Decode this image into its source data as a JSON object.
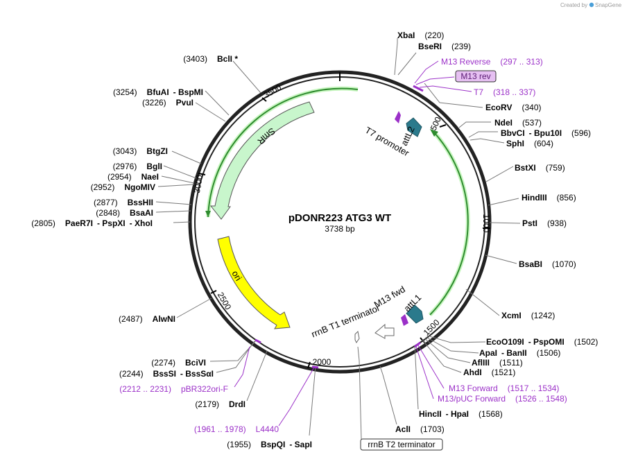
{
  "credit": "Created by",
  "credit_brand": "SnapGene",
  "plasmid": {
    "name": "pDONR223 ATG3 WT",
    "length": "3738 bp"
  },
  "ticks": [
    "500",
    "1000",
    "1500",
    "2000",
    "2500",
    "3000",
    "3500"
  ],
  "colors": {
    "primer": "#9b30c8",
    "smr": "#c8f6cc",
    "ori": "#ffff00",
    "att": "#2b7a8c",
    "feature_track": "#2e8b2e"
  },
  "features": {
    "smr": "SmR",
    "ori": "ori",
    "attl2": "attL2",
    "attl1": "attL1",
    "t7_promoter": "T7 promoter",
    "m13_fwd": "M13 fwd",
    "rrnb_t1": "rrnB T1 terminator",
    "rrnb_t2": "rrnB T2 terminator"
  },
  "sites": {
    "xbai": {
      "name": "XbaI",
      "pos": "(220)"
    },
    "bseri": {
      "name": "BseRI",
      "pos": "(239)"
    },
    "m13_reverse": {
      "name": "M13 Reverse",
      "pos": "(297 .. 313)"
    },
    "m13_rev": {
      "name": "M13 rev"
    },
    "t7": {
      "name": "T7",
      "pos": "(318 .. 337)"
    },
    "ecorv": {
      "name": "EcoRV",
      "pos": "(340)"
    },
    "ndei": {
      "name": "NdeI",
      "pos": "(537)"
    },
    "bbvci": {
      "name": "BbvCI",
      "name2": "Bpu10I",
      "pos": "(596)"
    },
    "sphi": {
      "name": "SphI",
      "pos": "(604)"
    },
    "bstxi": {
      "name": "BstXI",
      "pos": "(759)"
    },
    "hindiii": {
      "name": "HindIII",
      "pos": "(856)"
    },
    "psti": {
      "name": "PstI",
      "pos": "(938)"
    },
    "bsabi": {
      "name": "BsaBI",
      "pos": "(1070)"
    },
    "xcmi": {
      "name": "XcmI",
      "pos": "(1242)"
    },
    "ecoo109i": {
      "name": "EcoO109I",
      "name2": "PspOMI",
      "pos": "(1502)"
    },
    "apai": {
      "name": "ApaI",
      "name2": "BanII",
      "pos": "(1506)"
    },
    "afliii": {
      "name": "AflIII",
      "pos": "(1511)"
    },
    "ahdi": {
      "name": "AhdI",
      "pos": "(1521)"
    },
    "m13_forward": {
      "name": "M13 Forward",
      "pos": "(1517 .. 1534)"
    },
    "m13_puc_forward": {
      "name": "M13/pUC Forward",
      "pos": "(1526 .. 1548)"
    },
    "hincii": {
      "name": "HincII",
      "name2": "HpaI",
      "pos": "(1568)"
    },
    "acli": {
      "name": "AclI",
      "pos": "(1703)"
    },
    "bspqi": {
      "name": "BspQI",
      "name2": "SapI",
      "pos": "(1955)"
    },
    "l4440": {
      "name": "L4440",
      "pos": "(1961 .. 1978)"
    },
    "drdi": {
      "name": "DrdI",
      "pos": "(2179)"
    },
    "pbr322ori_f": {
      "name": "pBR322ori-F",
      "pos": "(2212 .. 2231)"
    },
    "bsssi": {
      "name": "BssSI",
      "name2": "BssSαI",
      "pos": "(2244)"
    },
    "bcivi": {
      "name": "BciVI",
      "pos": "(2274)"
    },
    "alwni": {
      "name": "AlwNI",
      "pos": "(2487)"
    },
    "paer7i": {
      "name": "PaeR7I",
      "name2": "PspXI",
      "name3": "XhoI",
      "pos": "(2805)"
    },
    "bsaai": {
      "name": "BsaAI",
      "pos": "(2848)"
    },
    "bsshii": {
      "name": "BssHII",
      "pos": "(2877)"
    },
    "ngomiv": {
      "name": "NgoMIV",
      "pos": "(2952)"
    },
    "naei": {
      "name": "NaeI",
      "pos": "(2954)"
    },
    "bgli": {
      "name": "BglI",
      "pos": "(2976)"
    },
    "btgzi": {
      "name": "BtgZI",
      "pos": "(3043)"
    },
    "pvui": {
      "name": "PvuI",
      "pos": "(3226)"
    },
    "bfuai": {
      "name": "BfuAI",
      "name2": "BspMI",
      "pos": "(3254)"
    },
    "bcli": {
      "name": "BclI *",
      "pos": "(3403)"
    }
  }
}
